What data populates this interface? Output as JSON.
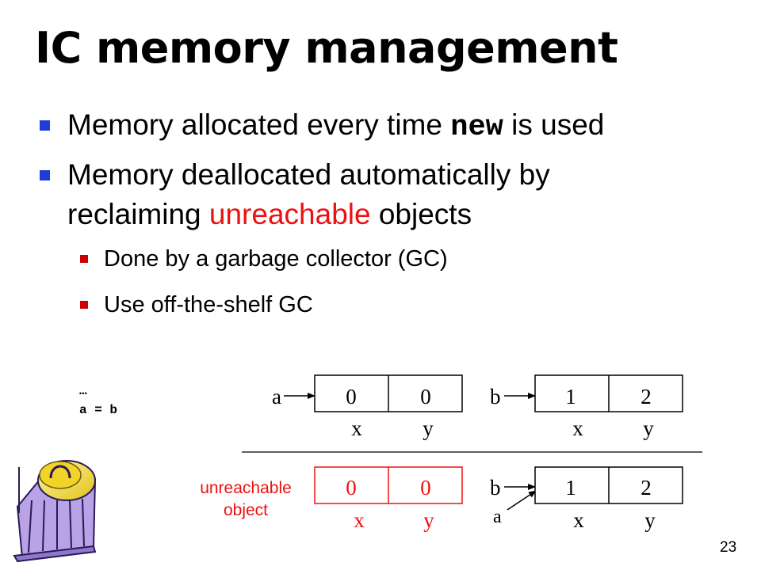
{
  "slide": {
    "title": "IC memory management",
    "bullets": [
      {
        "before": "Memory allocated every time ",
        "code": "new",
        "after": " is used"
      },
      {
        "line1": "Memory deallocated automatically by",
        "line2_before": "reclaiming ",
        "line2_highlight": "unreachable",
        "line2_after": " objects"
      }
    ],
    "sub_bullets": [
      "Done by a garbage collector (GC)",
      "Use off-the-shelf GC"
    ],
    "code_snippet": {
      "line1": "…",
      "line2": "a = b"
    },
    "unreachable_label": {
      "line1": "unreachable",
      "line2": "object"
    },
    "page_number": "23"
  },
  "diagram": {
    "before": {
      "obj_a": {
        "ptr": "a",
        "x": "0",
        "y": "0",
        "field_x": "x",
        "field_y": "y"
      },
      "obj_b": {
        "ptr": "b",
        "x": "1",
        "y": "2",
        "field_x": "x",
        "field_y": "y"
      }
    },
    "after": {
      "obj_unreachable": {
        "x": "0",
        "y": "0",
        "field_x": "x",
        "field_y": "y"
      },
      "obj_b": {
        "ptr_b": "b",
        "ptr_a": "a",
        "x": "1",
        "y": "2",
        "field_x": "x",
        "field_y": "y"
      }
    }
  },
  "colors": {
    "accent_red": "#ee1111",
    "bullet_blue": "#1f3cd6",
    "bullet_red": "#cc0000"
  },
  "icons": [
    "garbage-can-icon",
    "arrow-icon"
  ]
}
